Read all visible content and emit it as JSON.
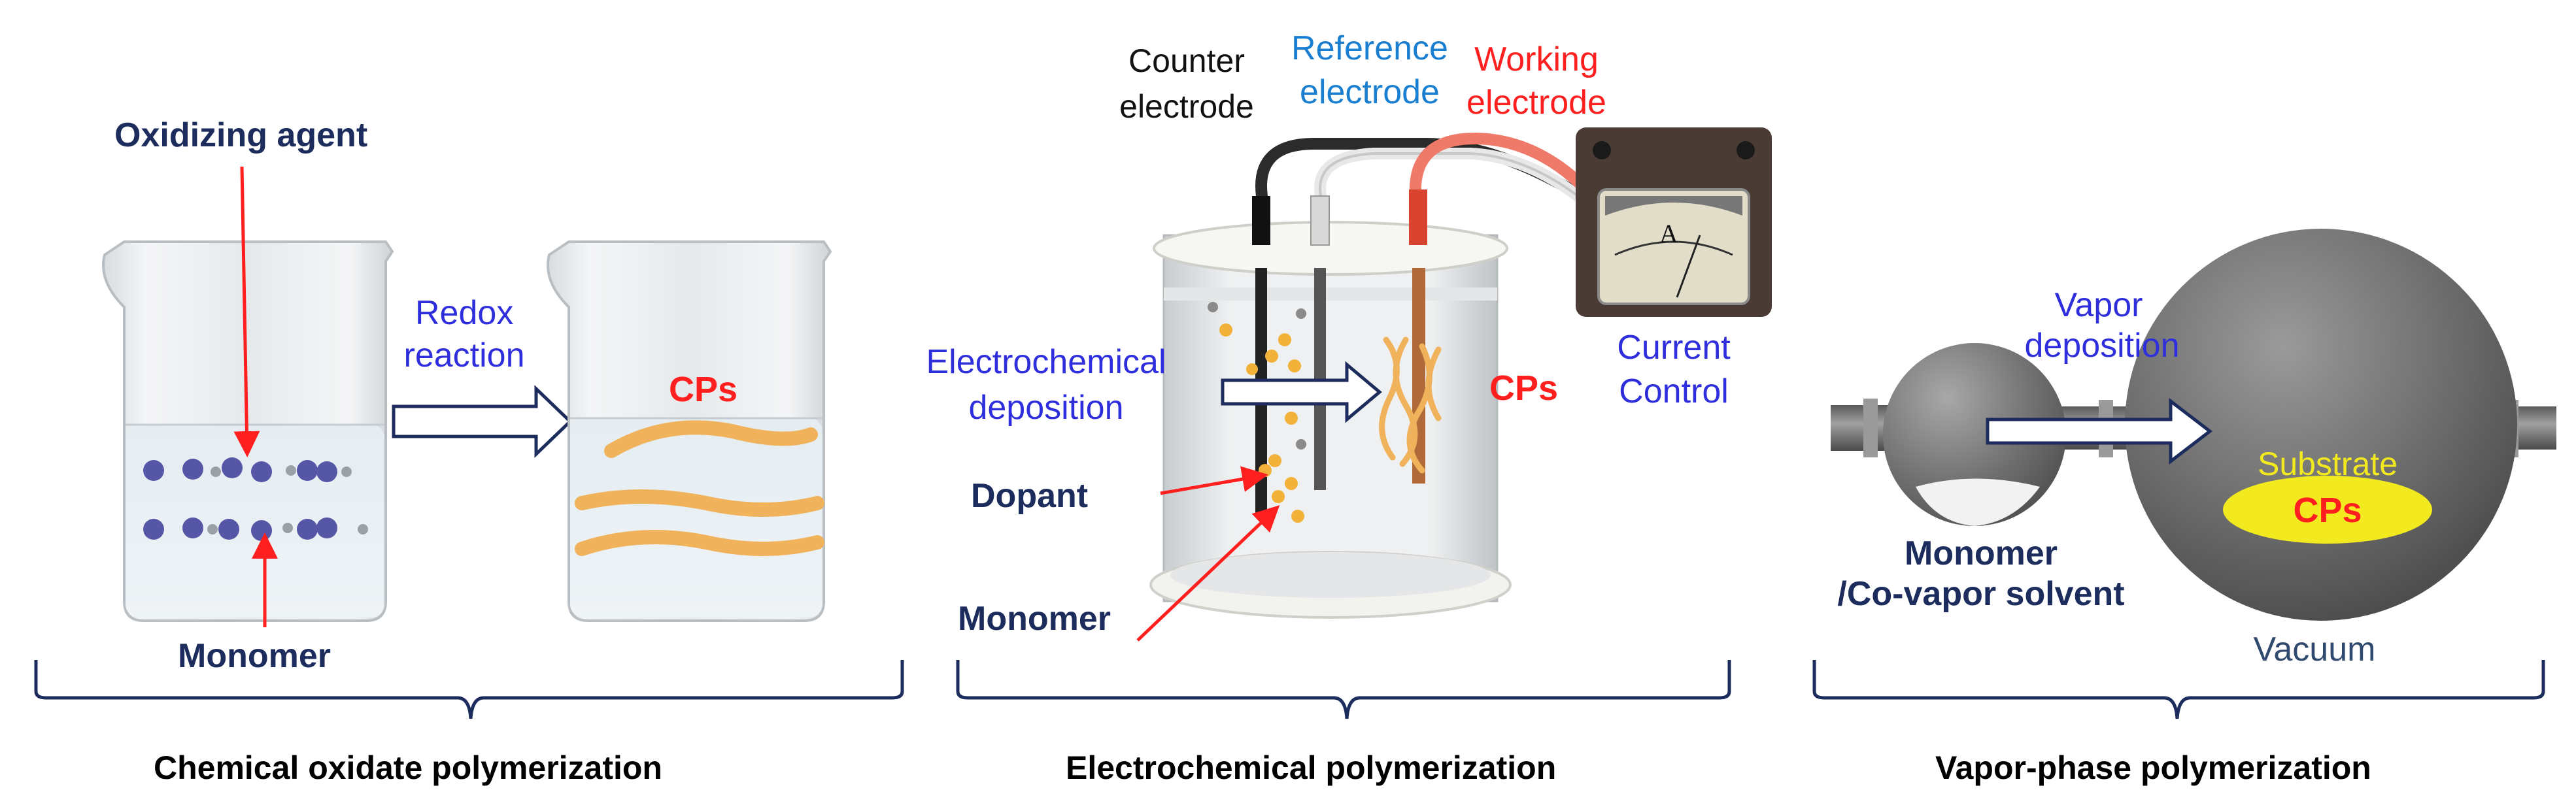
{
  "chemical": {
    "oxidizing_agent": "Oxidizing agent",
    "monomer": "Monomer",
    "redox_line1": "Redox",
    "redox_line2": "reaction",
    "cps": "CPs",
    "caption": "Chemical oxidate polymerization"
  },
  "electrochemical": {
    "counter_line1": "Counter",
    "counter_line2": "electrode",
    "reference_line1": "Reference",
    "reference_line2": "electrode",
    "working_line1": "Working",
    "working_line2": "electrode",
    "deposition_line1": "Electrochemical",
    "deposition_line2": "deposition",
    "cps": "CPs",
    "current_line1": "Current",
    "current_line2": "Control",
    "meter_symbol": "A",
    "dopant": "Dopant",
    "monomer": "Monomer",
    "caption": "Electrochemical polymerization"
  },
  "vapor": {
    "vapor_line1": "Vapor",
    "vapor_line2": "deposition",
    "substrate": "Substrate",
    "cps": "CPs",
    "monomer_line1": "Monomer",
    "monomer_line2": "/Co-vapor solvent",
    "vacuum": "Vacuum",
    "caption": "Vapor-phase polymerization"
  },
  "colors": {
    "navy": "#1c2c5c",
    "blue_text": "#2e2edc",
    "red": "#ff1f1f",
    "reference_blue": "#1a7fd0",
    "polymer_orange": "#f0b25a",
    "substrate_yellow": "#f2ea1e"
  }
}
